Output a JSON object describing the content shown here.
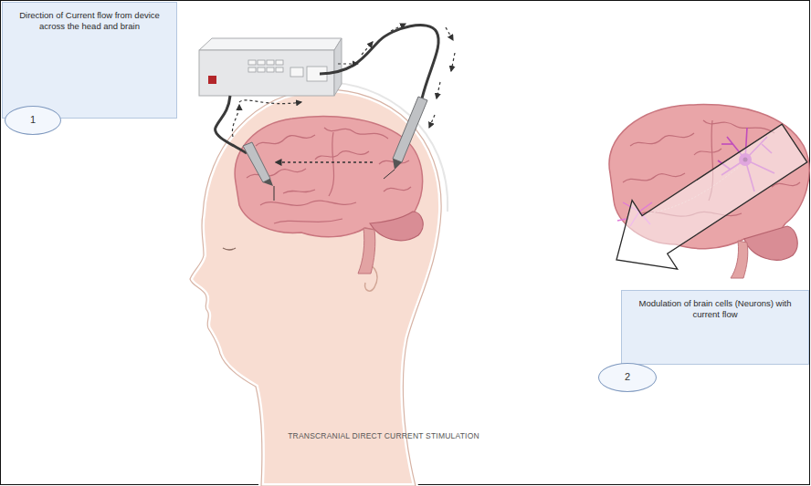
{
  "diagram": {
    "nodes": [
      {
        "text": [
          "Direction of Current flow from device across the head and brain"
        ]
      },
      {
        "text": [
          "1"
        ]
      },
      {
        "text": [
          "Modulation of brain cells (Neurons) with current flow"
        ]
      },
      {
        "text": [
          "2"
        ]
      }
    ],
    "labels": [
      "TRANSCRANIAL DIRECT CURRENT STIMULATION"
    ]
  }
}
